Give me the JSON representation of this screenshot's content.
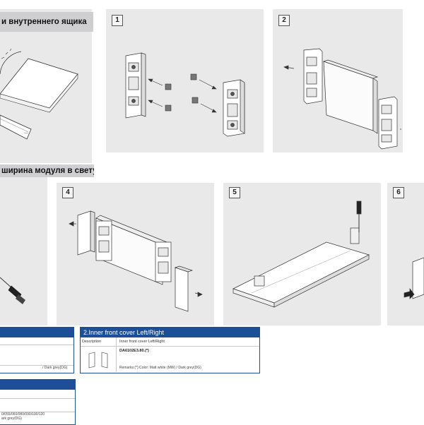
{
  "top_left_caption": "и внутреннего ящика",
  "mid_left_caption": "ширина модуля в свету",
  "steps": [
    "1",
    "2",
    "4",
    "5",
    "6"
  ],
  "table_inner": {
    "title": "2.Inner front cover Left/Right",
    "col_description": "Description",
    "col_value": "Inner front cover Left/Right",
    "code": "DA6102E3.80.(*)",
    "remarks": "Remarks:(*):Color: Matt white (MW) / Dark grey(DG)"
  },
  "table_left_fragment": {
    "remark_tail": "/ Dark grey(DG)"
  },
  "table_bottom_fragment": {
    "sizes": "0/055/060/080/090/100/120",
    "remark_tail": "ark grey(DG)"
  }
}
